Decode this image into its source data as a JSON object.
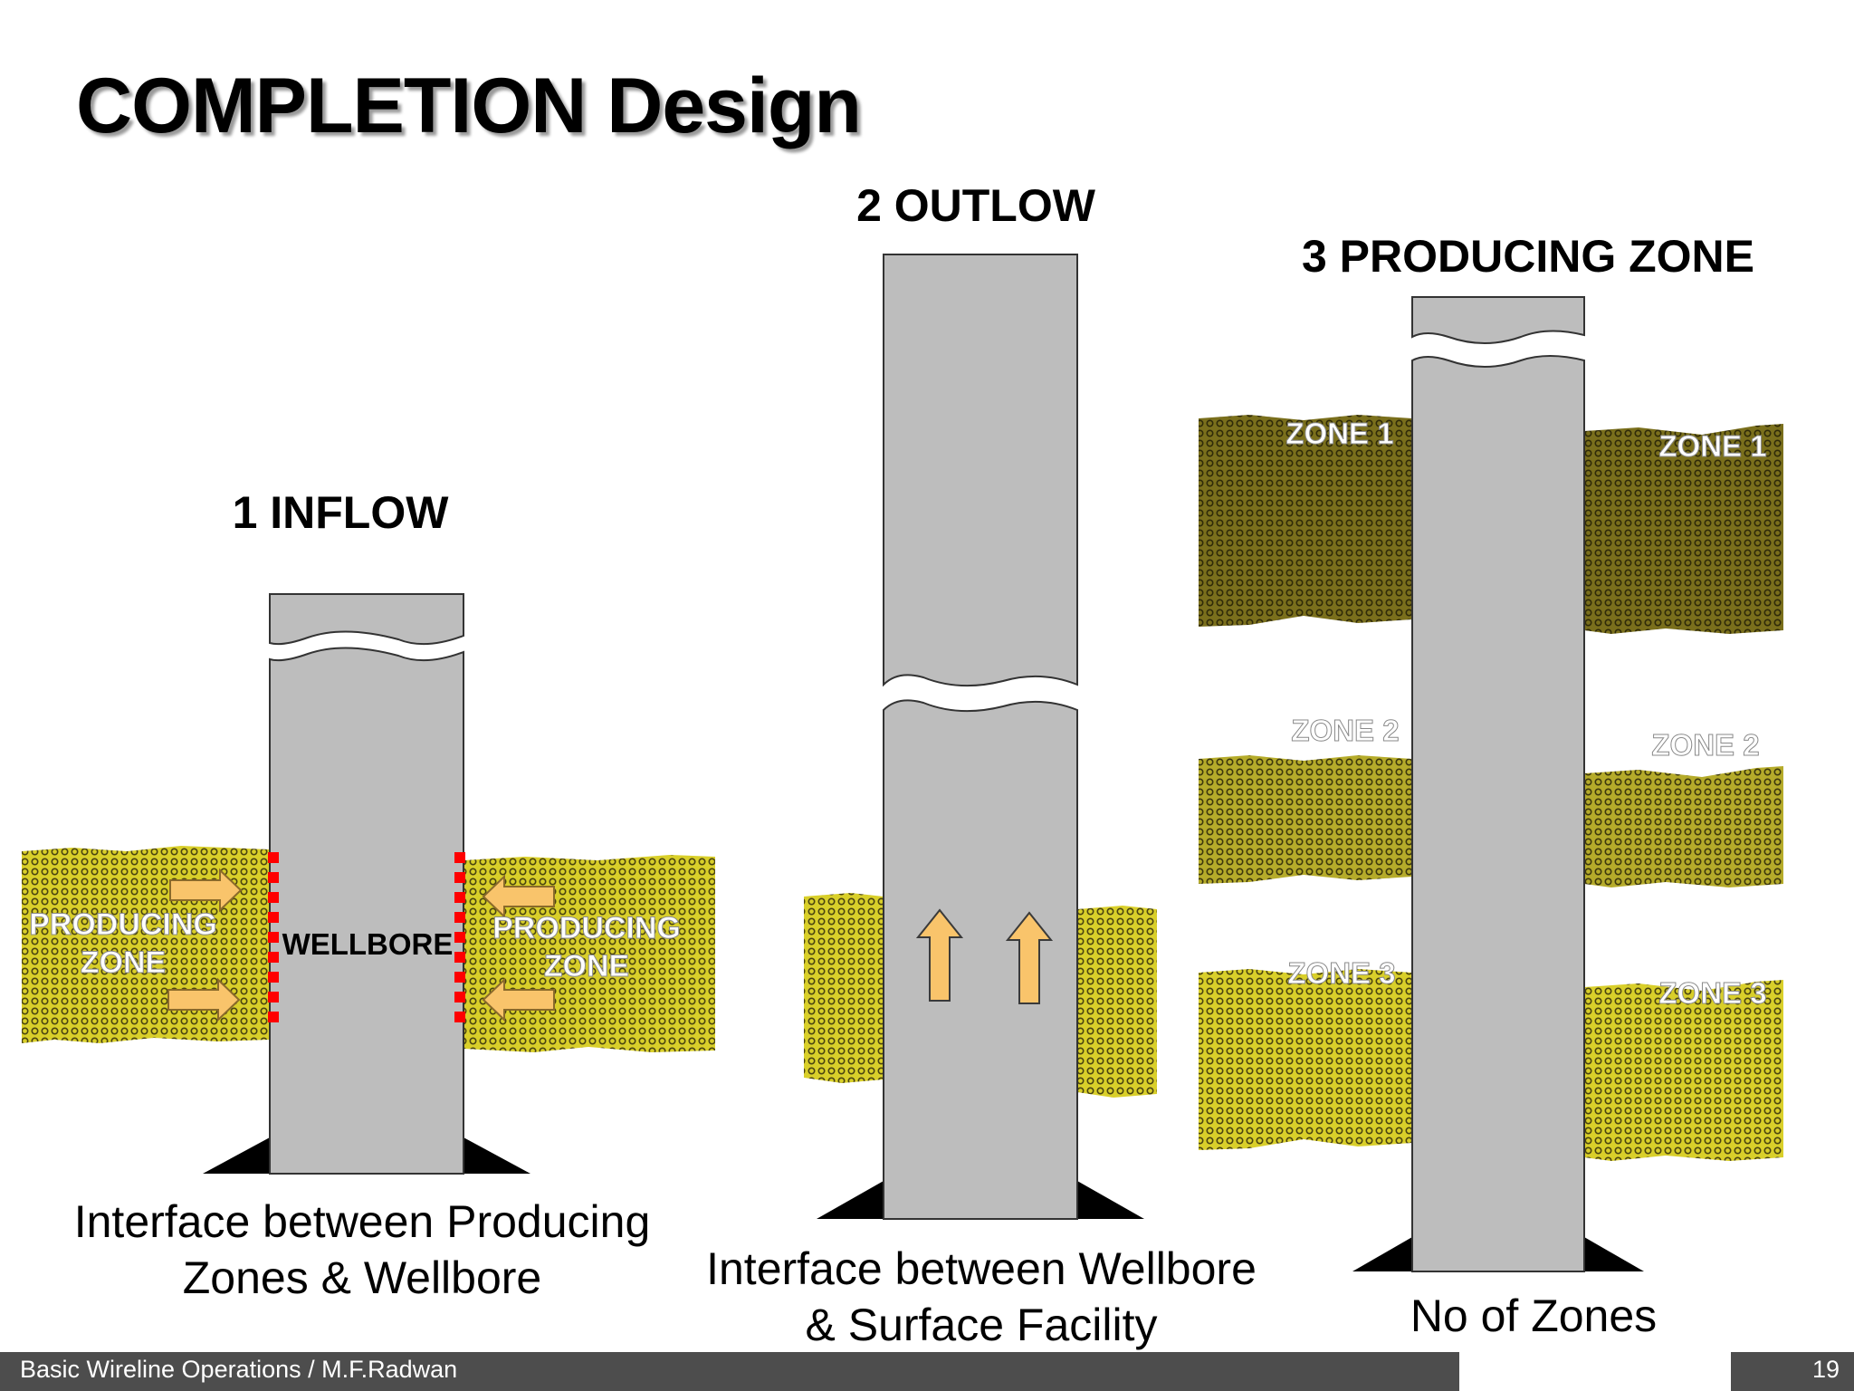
{
  "title": "COMPLETION Design",
  "panels": {
    "inflow": {
      "heading": "1 INFLOW",
      "wellbore_label": "WELLBORE",
      "zone_label_line1": "PRODUCING",
      "zone_label_line2": "ZONE",
      "caption_line1": "Interface between Producing",
      "caption_line2": "Zones & Wellbore"
    },
    "outflow": {
      "heading": "2 OUTLOW",
      "caption_line1": "Interface between Wellbore",
      "caption_line2": "& Surface Facility"
    },
    "zones": {
      "heading": "3 PRODUCING ZONE",
      "zone1": "ZONE 1",
      "zone2": "ZONE 2",
      "zone3": "ZONE 3",
      "caption": "No of Zones"
    }
  },
  "footer": {
    "text": "Basic Wireline Operations / M.F.Radwan",
    "page_number": "19"
  },
  "colors": {
    "wellbore": "#bdbdbd",
    "zone_yellow": "#d9cf2a",
    "zone_olive": "#7a6f1c",
    "zone_mid": "#b5ab2a",
    "arrow": "#f9c46b",
    "perforation": "#ff0000",
    "footer": "#4d4d4d"
  }
}
